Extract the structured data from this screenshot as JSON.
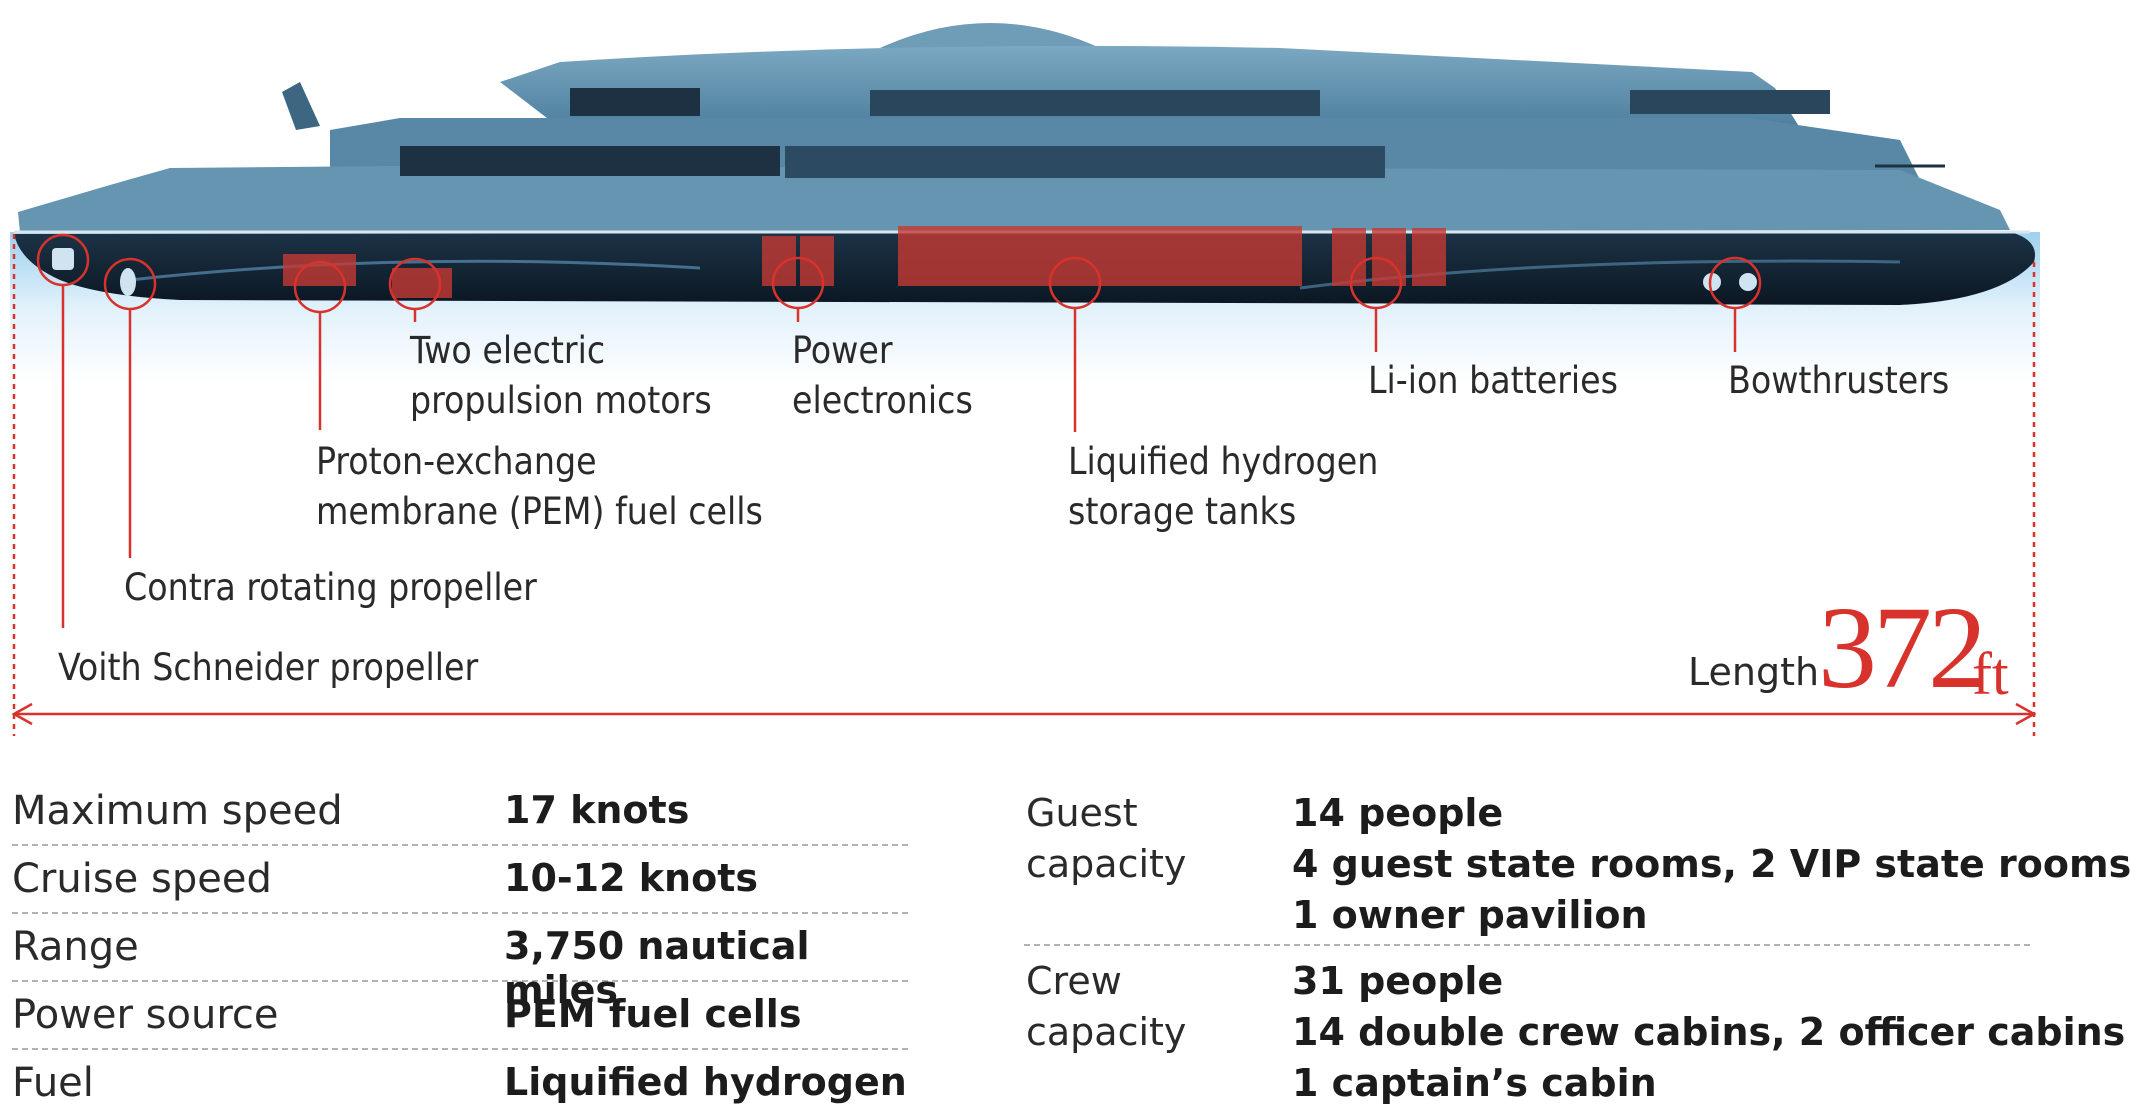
{
  "callouts": {
    "motors": [
      "Two electric",
      "propulsion motors"
    ],
    "power": [
      "Power",
      "electronics"
    ],
    "batteries": [
      "Li-ion batteries"
    ],
    "bowthrusters": [
      "Bowthrusters"
    ],
    "pem": [
      "Proton-exchange",
      "membrane (PEM) fuel cells"
    ],
    "tanks": [
      "Liquified hydrogen",
      "storage tanks"
    ],
    "contra": [
      "Contra rotating propeller"
    ],
    "voith": [
      "Voith Schneider propeller"
    ]
  },
  "length": {
    "label": "Length",
    "value": "372",
    "unit": "ft"
  },
  "specs": [
    {
      "label": "Maximum speed",
      "value": "17 knots"
    },
    {
      "label": "Cruise speed",
      "value": "10-12 knots"
    },
    {
      "label": "Range",
      "value": "3,750 nautical miles"
    },
    {
      "label": "Power source",
      "value": "PEM fuel cells"
    },
    {
      "label": "Fuel",
      "value": "Liquified hydrogen"
    }
  ],
  "capacity": {
    "guest": {
      "label": [
        "Guest",
        "capacity"
      ],
      "values": [
        "14 people",
        "4 guest state rooms, 2 VIP state rooms",
        "1 owner pavilion"
      ]
    },
    "crew": {
      "label": [
        "Crew",
        "capacity"
      ],
      "values": [
        "31 people",
        "14 double crew cabins, 2 officer cabins",
        "1 captain’s cabin"
      ]
    }
  },
  "colors": {
    "accent_red": "#d8322c",
    "hull_dark": "#0f1e2b",
    "superstructure": "#5f93b0",
    "water": "#d7ecf8"
  }
}
